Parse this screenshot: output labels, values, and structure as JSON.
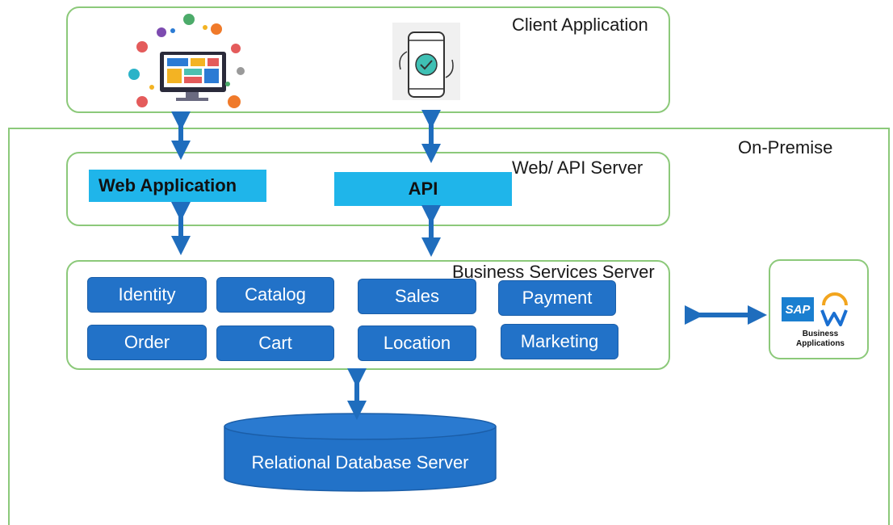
{
  "client": {
    "title": "Client Application"
  },
  "onprem": {
    "title": "On-Premise"
  },
  "web_api": {
    "title": "Web/ API Server",
    "web_app_label": "Web Application",
    "api_label": "API"
  },
  "business": {
    "title": "Business Services Server",
    "services": [
      "Identity",
      "Catalog",
      "Sales",
      "Payment",
      "Order",
      "Cart",
      "Location",
      "Marketing"
    ]
  },
  "database": {
    "label": "Relational Database Server"
  },
  "external": {
    "sap_logo": "SAP",
    "line1": "Business",
    "line2": "Applications"
  },
  "colors": {
    "frame_border": "#8cc97a",
    "service_blue": "#2272c8",
    "cyan": "#1fb5ea",
    "arrow": "#1f6dbd"
  },
  "icons": [
    "desktop-monitor-icon",
    "mobile-phone-icon",
    "double-arrow-icon",
    "workday-logo-icon"
  ]
}
